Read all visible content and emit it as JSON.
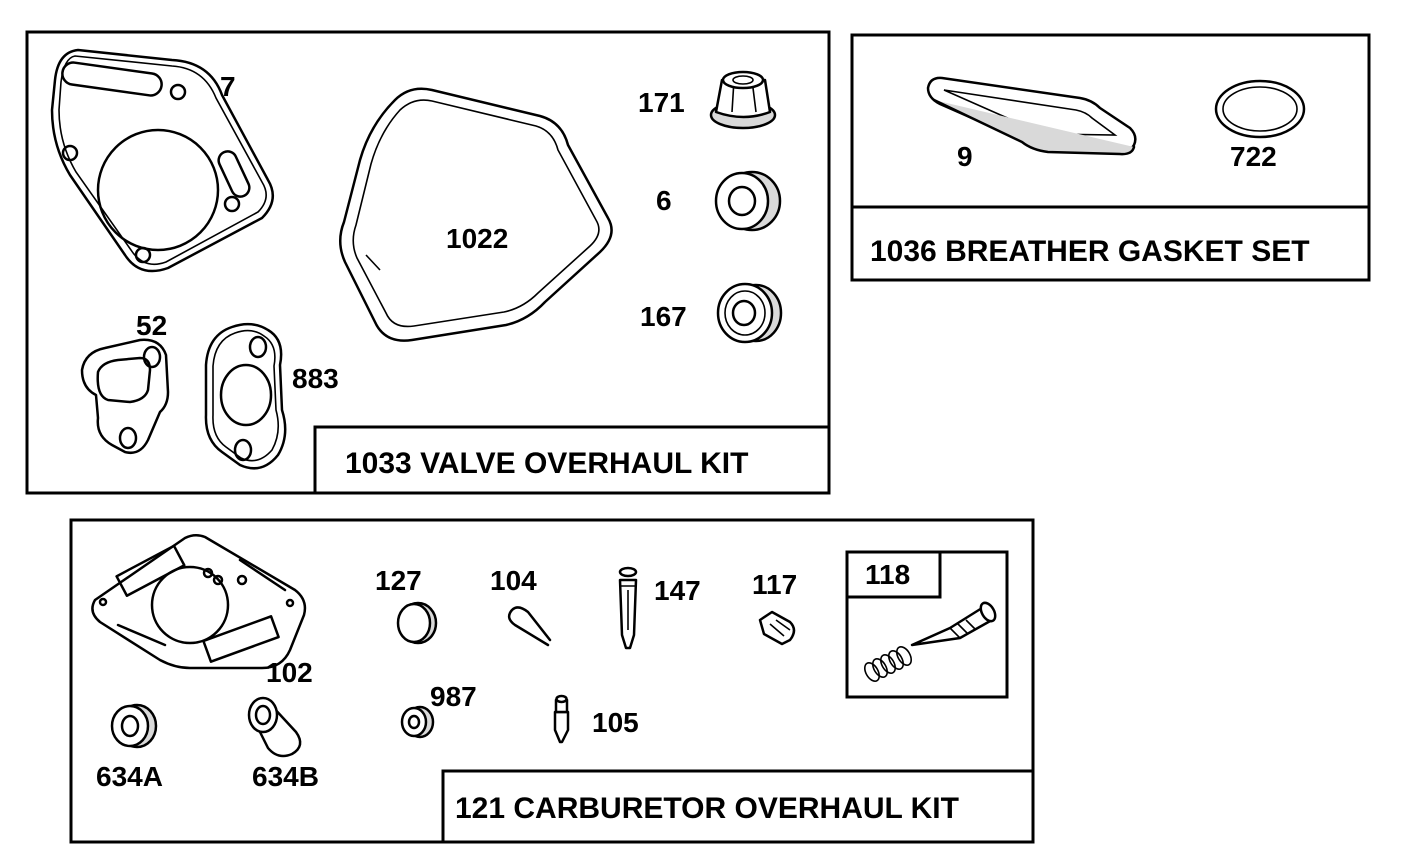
{
  "kits": {
    "valve": {
      "title": "1033 VALVE OVERHAUL KIT"
    },
    "breather": {
      "title": "1036 BREATHER GASKET SET"
    },
    "carburetor": {
      "title": "121 CARBURETOR OVERHAUL KIT"
    }
  },
  "parts": {
    "p7": "7",
    "p1022": "1022",
    "p171": "171",
    "p6": "6",
    "p167": "167",
    "p52": "52",
    "p883": "883",
    "p9": "9",
    "p722": "722",
    "p102": "102",
    "p127": "127",
    "p104": "104",
    "p147": "147",
    "p117": "117",
    "p118": "118",
    "p987": "987",
    "p105": "105",
    "p634A": "634A",
    "p634B": "634B"
  }
}
